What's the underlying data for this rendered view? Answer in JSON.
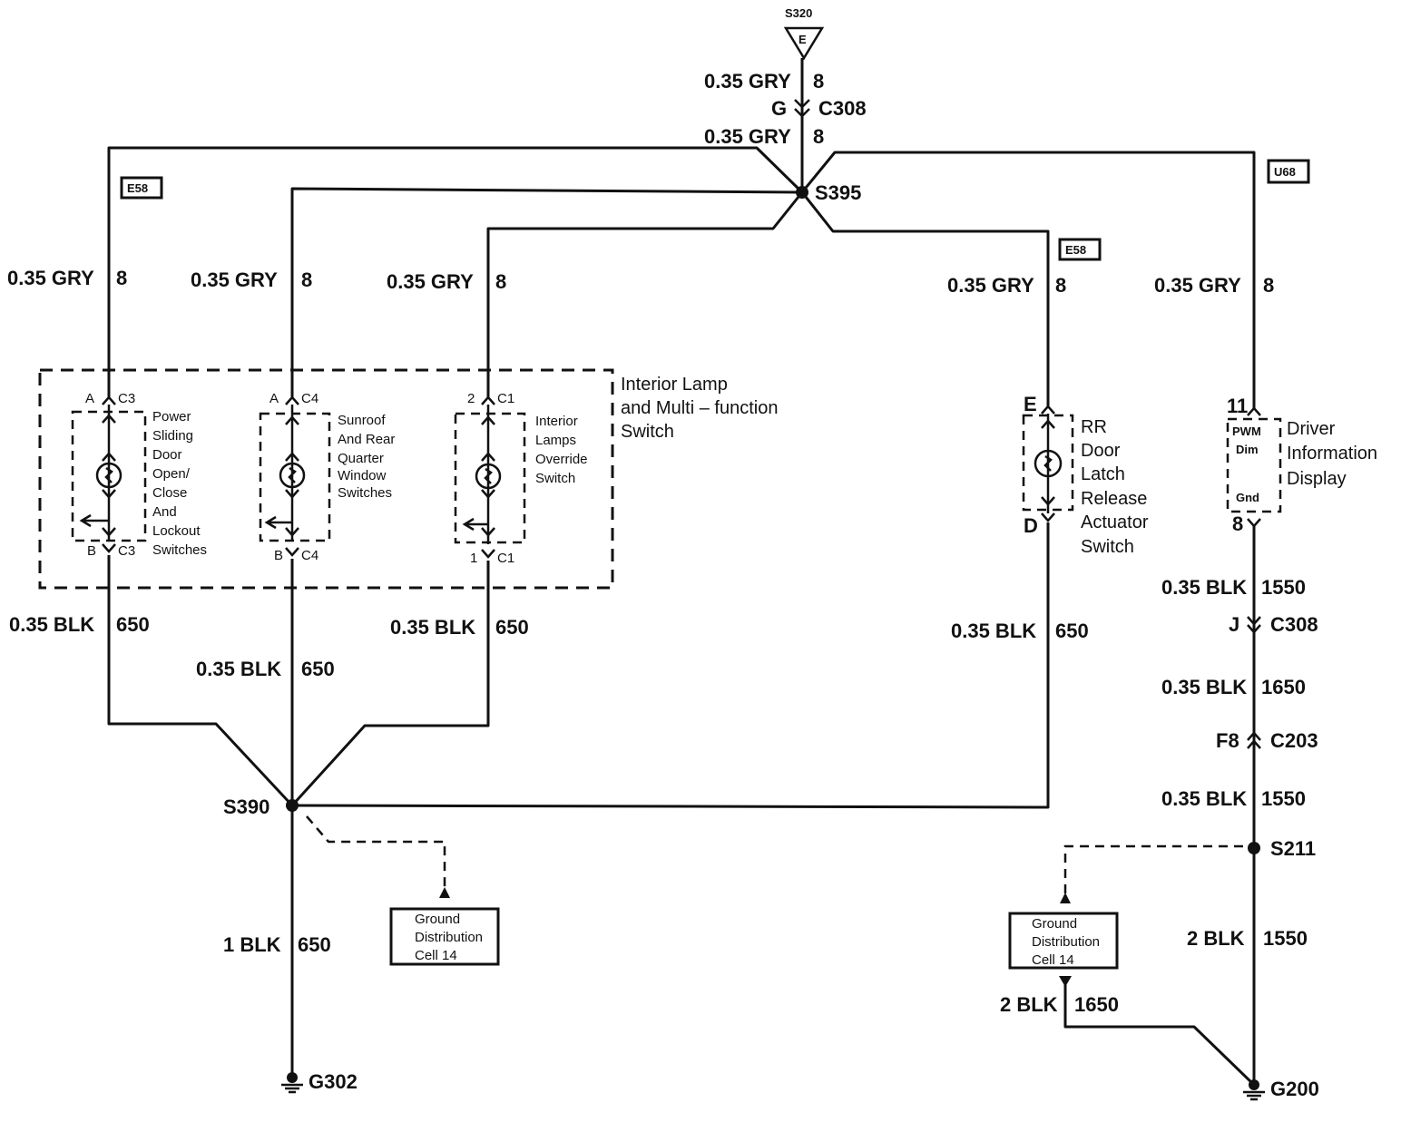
{
  "source": {
    "splice": "S320",
    "pin": "E"
  },
  "wire_gry": "0.35 GRY",
  "circuit_gry": "8",
  "wire_blk": "0.35 BLK",
  "circuit_650": "650",
  "connector_c308_top": {
    "pin": "G",
    "name": "C308"
  },
  "splice_s395": "S395",
  "splice_s390": "S390",
  "splice_s211": "S211",
  "option_e58": "E58",
  "option_u68": "U68",
  "switch_assembly": [
    "Interior Lamp",
    "and Multi – function",
    "Switch"
  ],
  "sw1": {
    "top_pin": "A",
    "top_conn": "C3",
    "bot_pin": "B",
    "bot_conn": "C3",
    "label": [
      "Power",
      "Sliding",
      "Door",
      "Open/",
      "Close",
      "And",
      "Lockout",
      "Switches"
    ]
  },
  "sw2": {
    "top_pin": "A",
    "top_conn": "C4",
    "bot_pin": "B",
    "bot_conn": "C4",
    "label": [
      "Sunroof",
      "And Rear",
      "Quarter",
      "Window",
      "Switches"
    ]
  },
  "sw3": {
    "top_pin": "2",
    "top_conn": "C1",
    "bot_pin": "1",
    "bot_conn": "C1",
    "label": [
      "Interior",
      "Lamps",
      "Override",
      "Switch"
    ]
  },
  "rr_switch": {
    "top_pin": "E",
    "bot_pin": "D",
    "label": [
      "RR",
      "Door",
      "Latch",
      "Release",
      "Actuator",
      "Switch"
    ]
  },
  "dic": {
    "top_pin": "11",
    "bot_pin": "8",
    "pwm": "PWM",
    "dim": "Dim",
    "gnd": "Gnd",
    "label": [
      "Driver",
      "Information",
      "Display"
    ]
  },
  "dic_ground": {
    "w1": "0.35 BLK",
    "c1": "1550",
    "conn1": {
      "pin": "J",
      "name": "C308"
    },
    "w2": "0.35 BLK",
    "c2": "1650",
    "conn2": {
      "pin": "F8",
      "name": "C203"
    },
    "w3": "0.35 BLK",
    "c3": "1550",
    "w4": "2 BLK",
    "c4": "1550",
    "w5": "2 BLK",
    "c5": "1650"
  },
  "main_ground": {
    "wire": "1 BLK",
    "circuit": "650",
    "name": "G302"
  },
  "ground_g200": "G200",
  "ground_dist": [
    "Ground",
    "Distribution",
    "Cell 14"
  ]
}
